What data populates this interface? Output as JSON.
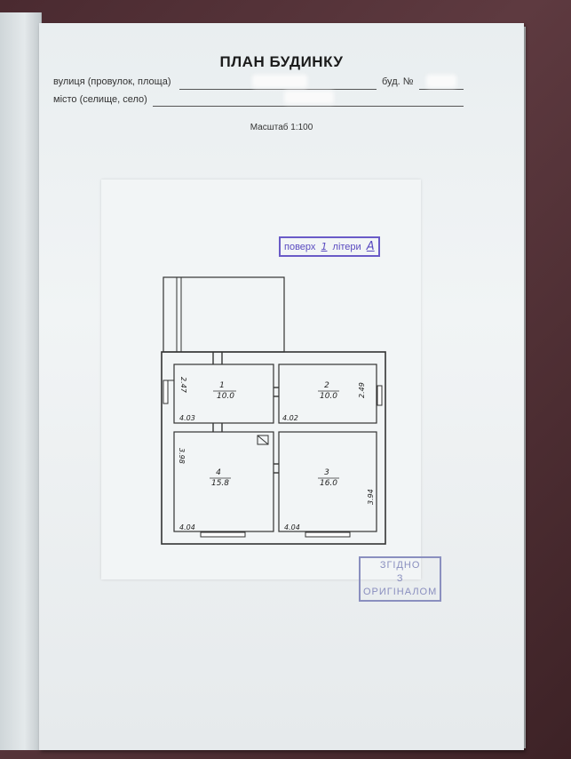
{
  "document": {
    "title": "ПЛАН БУДИНКУ",
    "street_label": "вулиця (провулок, площа)",
    "building_label": "буд. №",
    "city_label": "місто (селище, село)",
    "scale": "Масштаб 1:100"
  },
  "stamp": {
    "floor_label": "поверх",
    "floor_value": "1",
    "letter_label": "літери",
    "letter_value": "А"
  },
  "certify_stamp": {
    "line1": "ЗГІДНО",
    "line2": "З ОРИГІНАЛОМ"
  },
  "rooms": [
    {
      "number": "1",
      "area": "10.0"
    },
    {
      "number": "2",
      "area": "10.0"
    },
    {
      "number": "3",
      "area": "16.0"
    },
    {
      "number": "4",
      "area": "15.8"
    }
  ],
  "dimensions": {
    "d1": "2.47",
    "d2": "4.03",
    "d3": "4.02",
    "d4": "2.49",
    "d5": "3.98",
    "d6": "4.04",
    "d7": "4.04",
    "d8": "3.94"
  }
}
